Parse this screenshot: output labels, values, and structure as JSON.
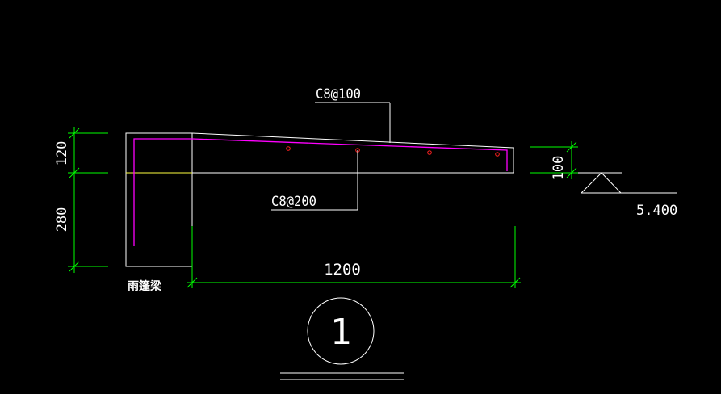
{
  "drawing": {
    "colors": {
      "background": "#000000",
      "outline": "#ffffff",
      "dimension": "#00ff00",
      "rebar": "#ff00ff",
      "rebar_dot": "#ff2020",
      "axis": "#ffff40"
    },
    "labels": {
      "top_rebar": "C8@100",
      "dist_rebar": "C8@200",
      "beam_name": "雨篷梁",
      "detail_number": "1"
    },
    "dimensions": {
      "left_upper": "120",
      "left_lower": "280",
      "right_thickness": "100",
      "span": "1200"
    },
    "elevation": {
      "value": "5.400"
    }
  }
}
